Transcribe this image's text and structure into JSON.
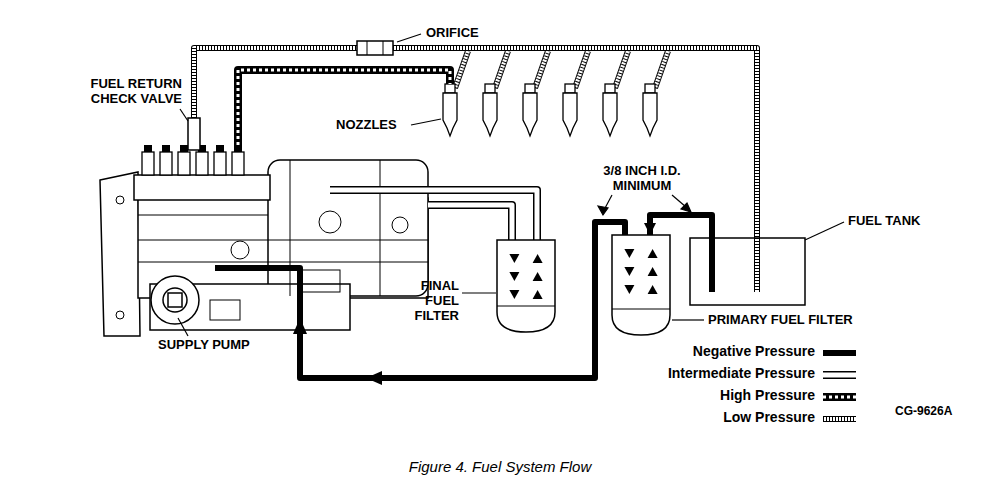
{
  "diagram": {
    "caption": "Figure 4. Fuel System Flow",
    "nodes": [
      {
        "text": [
          "ORIFICE"
        ]
      },
      {
        "text": [
          "FINAL FUEL FILTER"
        ]
      },
      {
        "text": [
          "PRIMARY FUEL FILTER"
        ]
      },
      {
        "text": [
          "FUEL TANK"
        ]
      }
    ],
    "edges": [
      {
        "from": 3,
        "to": 2,
        "arrow": "to"
      },
      {
        "from": 0,
        "to": 3,
        "arrow": "none"
      }
    ],
    "labels": [
      "FUEL RETURN CHECK VALVE",
      "NOZZLES",
      "3/8 INCH I.D. MINIMUM",
      "SUPPLY PUMP",
      "CG-9626A"
    ],
    "legend": [
      {
        "text": "Negative Pressure"
      },
      {
        "text": "Intermediate Pressure"
      },
      {
        "text": "High Pressure"
      },
      {
        "text": "Low Pressure"
      }
    ]
  }
}
